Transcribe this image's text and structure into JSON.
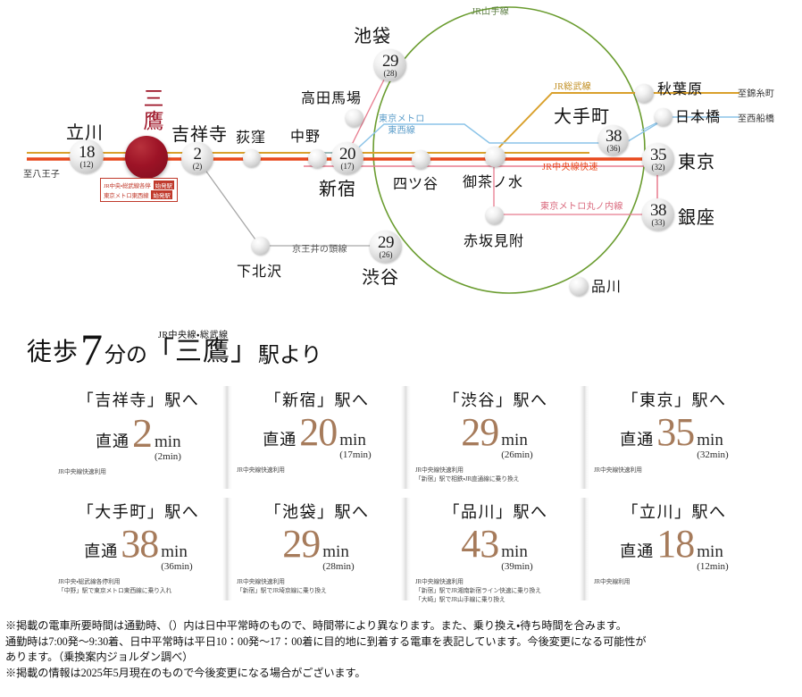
{
  "map": {
    "lines": [
      {
        "id": "jr-chuo-rapid",
        "label": "JR中央線快速",
        "color": "#e8491d"
      },
      {
        "id": "jr-chuo-sobu",
        "label": "JR総武線",
        "color": "#d9a02b"
      },
      {
        "id": "jr-yamanote",
        "label": "JR山手線",
        "color": "#6a9c2f"
      },
      {
        "id": "tokyo-metro-tozai",
        "label": "東京メトロ\n東西線",
        "color": "#8cc4e8"
      },
      {
        "id": "tokyo-metro-marunouchi",
        "label": "東京メトロ丸ノ内線",
        "color": "#e87b8e"
      },
      {
        "id": "keio-inokashira",
        "label": "京王井の頭線",
        "color": "#9a9a9a"
      }
    ],
    "terminus_labels": [
      {
        "id": "to-hachioji",
        "label": "至八王子"
      },
      {
        "id": "to-kinshicho",
        "label": "至錦糸町"
      },
      {
        "id": "to-nishifunabashi",
        "label": "至西船橋"
      }
    ],
    "origin": {
      "name": "三鷹",
      "badge_rows": [
        {
          "text": "JR中央・総武線各停",
          "chip": "始発駅"
        },
        {
          "text": "東京メトロ東西線",
          "chip": "始発駅"
        }
      ]
    },
    "stations": [
      {
        "id": "tachikawa",
        "name": "立川",
        "num": "18",
        "sub": "(12)",
        "size": "big"
      },
      {
        "id": "kichijoji",
        "name": "吉祥寺",
        "num": "2",
        "sub": "(2)",
        "size": "big"
      },
      {
        "id": "ogikubo",
        "name": "荻窪",
        "num": "",
        "sub": "",
        "size": "small"
      },
      {
        "id": "nakano",
        "name": "中野",
        "num": "",
        "sub": "",
        "size": "small"
      },
      {
        "id": "shinjuku",
        "name": "新宿",
        "num": "20",
        "sub": "(17)",
        "size": "big"
      },
      {
        "id": "takadanobaba",
        "name": "高田馬場",
        "num": "",
        "sub": "",
        "size": "small"
      },
      {
        "id": "ikebukuro",
        "name": "池袋",
        "num": "29",
        "sub": "(28)",
        "size": "big"
      },
      {
        "id": "shibuya",
        "name": "渋谷",
        "num": "29",
        "sub": "(26)",
        "size": "big"
      },
      {
        "id": "shimokitazawa",
        "name": "下北沢",
        "num": "",
        "sub": "",
        "size": "small"
      },
      {
        "id": "yotsuya",
        "name": "四ツ谷",
        "num": "",
        "sub": "",
        "size": "small"
      },
      {
        "id": "ochanomizu",
        "name": "御茶ノ水",
        "num": "",
        "sub": "",
        "size": "small"
      },
      {
        "id": "akasakamitsuke",
        "name": "赤坂見附",
        "num": "",
        "sub": "",
        "size": "small"
      },
      {
        "id": "akihabara",
        "name": "秋葉原",
        "num": "",
        "sub": "",
        "size": "small"
      },
      {
        "id": "nihombashi",
        "name": "日本橋",
        "num": "",
        "sub": "",
        "size": "small"
      },
      {
        "id": "otemachi",
        "name": "大手町",
        "num": "38",
        "sub": "(36)",
        "size": "big"
      },
      {
        "id": "tokyo",
        "name": "東京",
        "num": "35",
        "sub": "(32)",
        "size": "big"
      },
      {
        "id": "ginza",
        "name": "銀座",
        "num": "38",
        "sub": "(33)",
        "size": "big"
      },
      {
        "id": "shinagawa",
        "name": "品川",
        "num": "",
        "sub": "",
        "size": "small"
      }
    ]
  },
  "heading": {
    "walk_prefix": "徒歩",
    "walk_minutes": "7",
    "walk_suffix": "分の",
    "station_quoted": "「三鷹」",
    "station_tail": "駅より",
    "rubi": "JR中央線・総武線"
  },
  "cards": [
    {
      "dest": "「吉祥寺」駅へ",
      "prefix": "直通",
      "minutes": "2",
      "unit": "min",
      "paren": "(2min)",
      "notes": [
        "JR中央線快速利用"
      ]
    },
    {
      "dest": "「新宿」駅へ",
      "prefix": "直通",
      "minutes": "20",
      "unit": "min",
      "paren": "(17min)",
      "notes": [
        "JR中央線快速利用"
      ]
    },
    {
      "dest": "「渋谷」駅へ",
      "prefix": "",
      "minutes": "29",
      "unit": "min",
      "paren": "(26min)",
      "notes": [
        "JR中央線快速利用",
        "「新宿」駅で相鉄・JR直通線に乗り換え"
      ]
    },
    {
      "dest": "「東京」駅へ",
      "prefix": "直通",
      "minutes": "35",
      "unit": "min",
      "paren": "(32min)",
      "notes": [
        "JR中央線快速利用"
      ]
    },
    {
      "dest": "「大手町」駅へ",
      "prefix": "直通",
      "minutes": "38",
      "unit": "min",
      "paren": "(36min)",
      "notes": [
        "JR中央・総武線各停利用",
        "「中野」駅で東京メトロ東西線に乗り入れ"
      ]
    },
    {
      "dest": "「池袋」駅へ",
      "prefix": "",
      "minutes": "29",
      "unit": "min",
      "paren": "(28min)",
      "notes": [
        "JR中央線快速利用",
        "「新宿」駅でJR埼京線に乗り換え"
      ]
    },
    {
      "dest": "「品川」駅へ",
      "prefix": "",
      "minutes": "43",
      "unit": "min",
      "paren": "(39min)",
      "notes": [
        "JR中央線快速利用",
        "「新宿」駅でJR湘南新宿ライン快速に乗り換え",
        "「大崎」駅でJR山手線に乗り換え"
      ]
    },
    {
      "dest": "「立川」駅へ",
      "prefix": "直通",
      "minutes": "18",
      "unit": "min",
      "paren": "(12min)",
      "notes": [
        "JR中央線利用"
      ]
    }
  ],
  "disclaimer": [
    "※掲載の電車所要時間は通勤時、（）内は日中平常時のもので、時間帯により異なります。また、乗り換え・待ち時間を合みます。",
    "通勤時は7:00発〜9:30着、日中平常時は平日10：00発〜17：00着に目的地に到着する電車を表記しています。今後変更になる可能性が",
    "あります。（乗換案内ジョルダン調べ）",
    "※掲載の情報は2025年5月現在のもので今後変更になる場合がございます。"
  ]
}
